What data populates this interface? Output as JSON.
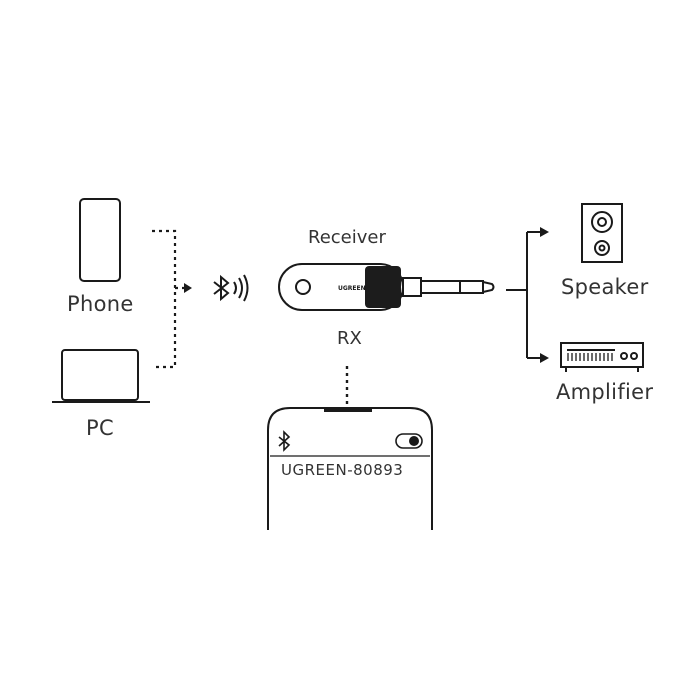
{
  "labels": {
    "receiver": "Receiver",
    "rx": "RX",
    "phone": "Phone",
    "pc": "PC",
    "speaker": "Speaker",
    "amplifier": "Amplifier",
    "device_name": "UGREEN-80893",
    "device_brand": "UGREEN"
  },
  "colors": {
    "stroke": "#1a1a1a",
    "text": "#333333",
    "receiver_body": "#1c1c1c",
    "watermark": "#e6e6e6"
  }
}
